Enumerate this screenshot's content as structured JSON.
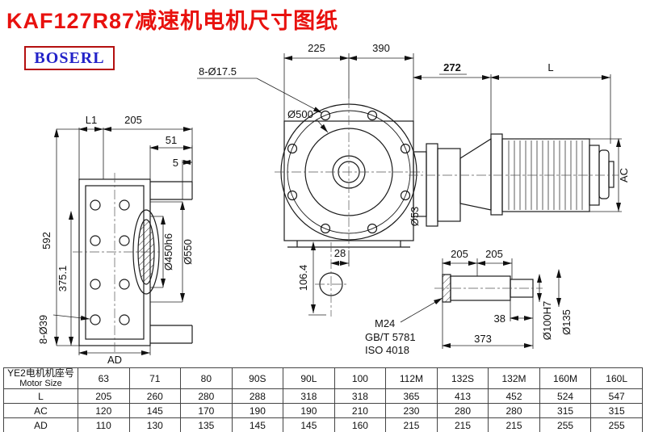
{
  "page": {
    "title": "KAF127R87减速机电机尺寸图纸",
    "logo": "BOSERL"
  },
  "views": {
    "left": {
      "dim_l1": "L1",
      "dim_205": "205",
      "dim_51": "51",
      "dim_5": "5",
      "dim_592": "592",
      "dim_375": "375.1",
      "dim_holes": "8-Ø39",
      "dim_ad": "AD",
      "dim_450": "Ø450h6",
      "dim_550": "Ø550"
    },
    "front": {
      "dim_225": "225",
      "dim_390": "390",
      "dim_holes": "8-Ø17.5",
      "dim_500": "Ø500",
      "dim_53": "Ø53",
      "dim_28": "28",
      "dim_106": "106.4"
    },
    "side": {
      "dim_272": "272",
      "dim_l": "L",
      "dim_ac": "AC"
    },
    "shaft": {
      "dim_205a": "205",
      "dim_205b": "205",
      "dim_38": "38",
      "dim_373": "373",
      "thread": "M24",
      "std1": "GB/T 5781",
      "std2": "ISO 4018",
      "dim_100": "Ø100H7",
      "dim_135": "Ø135"
    }
  },
  "table": {
    "size_label_cn": "YE2电机机座号",
    "size_label_en": "Motor Size",
    "cols": [
      "63",
      "71",
      "80",
      "90S",
      "90L",
      "100",
      "112M",
      "132S",
      "132M",
      "160M",
      "160L"
    ],
    "rows": [
      {
        "label": "L",
        "values": [
          "205",
          "260",
          "280",
          "288",
          "318",
          "318",
          "365",
          "413",
          "452",
          "524",
          "547"
        ]
      },
      {
        "label": "AC",
        "values": [
          "120",
          "145",
          "170",
          "190",
          "190",
          "210",
          "230",
          "280",
          "280",
          "315",
          "315"
        ]
      },
      {
        "label": "AD",
        "values": [
          "110",
          "130",
          "135",
          "145",
          "145",
          "160",
          "215",
          "215",
          "215",
          "255",
          "255"
        ]
      }
    ]
  }
}
